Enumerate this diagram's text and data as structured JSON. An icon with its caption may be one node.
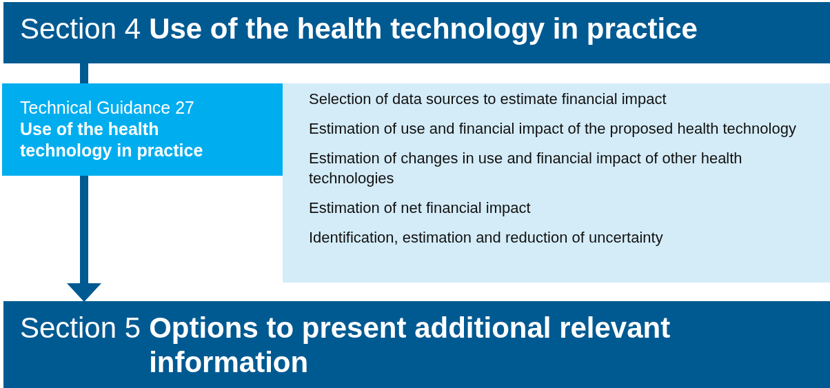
{
  "diagram": {
    "nodes": [
      {
        "text": [
          "Section 4",
          "Use of the health technology in practice"
        ]
      },
      {
        "text": [
          "Technical Guidance 27",
          "Use of the health technology in practice"
        ]
      },
      {
        "text": [
          "Selection of data sources to estimate financial impact",
          "Estimation of use and financial impact of the proposed health technology",
          "Estimation of changes in use and financial impact of other health technologies",
          "Estimation of net financial impact",
          "Identification, estimation and reduction of uncertainty"
        ]
      },
      {
        "text": [
          "Section 5",
          "Options to present additional relevant information"
        ]
      }
    ],
    "edges": [
      {
        "from": 0,
        "to": 1,
        "arrow": "none"
      },
      {
        "from": 1,
        "to": 3,
        "arrow": "to"
      }
    ]
  }
}
